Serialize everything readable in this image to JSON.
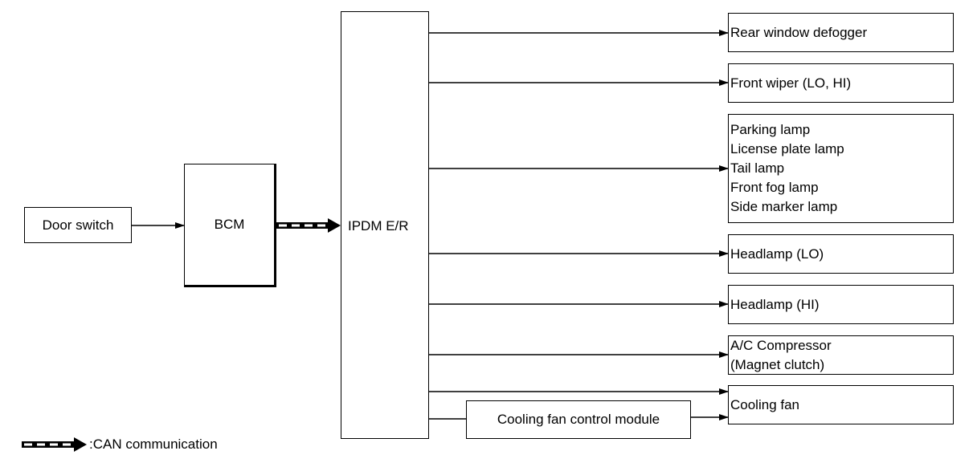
{
  "diagram": {
    "door_switch": "Door switch",
    "bcm": "BCM",
    "ipdm": "IPDM E/R",
    "outputs": {
      "rear_window_defogger": "Rear window defogger",
      "front_wiper": "Front wiper (LO, HI)",
      "lamps": [
        "Parking lamp",
        "License plate lamp",
        "Tail lamp",
        "Front fog lamp",
        "Side marker lamp"
      ],
      "headlamp_lo": "Headlamp (LO)",
      "headlamp_hi": "Headlamp (HI)",
      "ac_compressor": [
        "A/C Compressor",
        "(Magnet clutch)"
      ],
      "cooling_fan": "Cooling fan"
    },
    "cooling_fan_control_module": "Cooling fan control module",
    "legend": {
      "can_label": ":CAN communication"
    }
  }
}
